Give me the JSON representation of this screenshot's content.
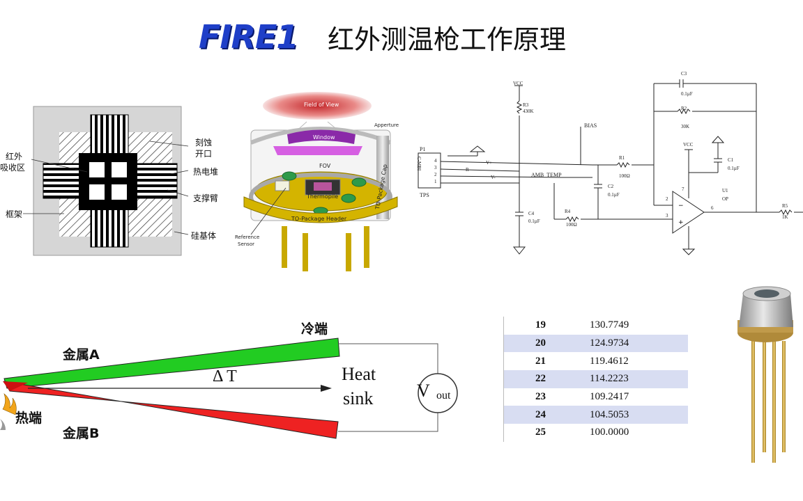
{
  "header": {
    "logo": "FIRE1",
    "title": "红外测温枪工作原理"
  },
  "chip": {
    "labels": {
      "absorb_1": "红外",
      "absorb_2": "吸收区",
      "frame": "框架",
      "etch_1": "刻蚀",
      "etch_2": "开口",
      "thermopile": "热电堆",
      "arm": "支撑臂",
      "substrate": "硅基体"
    }
  },
  "sensor": {
    "fov": "Field of View",
    "aperture": "Apperture",
    "window": "Window",
    "fov_short": "FOV",
    "cap": "TO-Package Cap",
    "thermopile": "Thermopile",
    "header": "TO-Package Header",
    "ref_1": "Reference",
    "ref_2": "Sensor"
  },
  "circuit": {
    "vcc": "VCC",
    "r3": "R3",
    "r3_val": "430K",
    "bias": "BIAS",
    "p1": "P1",
    "conn": "C-MBI",
    "tps": "TPS",
    "pins": [
      "4",
      "3",
      "2",
      "1"
    ],
    "v_plus": "V+",
    "r": "R",
    "v_minus": "V-",
    "amb": "AMB_TEMP",
    "r1": "R1",
    "r1_val": "100Ω",
    "c2": "C2",
    "c2_val": "0.1µF",
    "c4": "C4",
    "c4_val": "0.1µF",
    "r4": "R4",
    "r4_val": "100Ω",
    "c3": "C3",
    "c3_val": "0.1µF",
    "r2": "R2",
    "r2_val": "30K",
    "vcc2": "VCC",
    "c1": "C1",
    "c1_val": "0.1µF",
    "u1": "U1",
    "op": "OP",
    "r5": "R5",
    "r5_val": "1K",
    "pin2": "2",
    "pin3": "3",
    "pin6": "6",
    "pin7": "7"
  },
  "thermocouple": {
    "cold": "冷端",
    "metal_a": "金属A",
    "delta_t": "Δ T",
    "heat": "Heat",
    "sink": "sink",
    "vout_v": "V",
    "vout_sub": "out",
    "hot": "热端",
    "metal_b": "金属B"
  },
  "table": {
    "rows": [
      {
        "temp": "19",
        "value": "130.7749"
      },
      {
        "temp": "20",
        "value": "124.9734"
      },
      {
        "temp": "21",
        "value": "119.4612"
      },
      {
        "temp": "22",
        "value": "114.2223"
      },
      {
        "temp": "23",
        "value": "109.2417"
      },
      {
        "temp": "24",
        "value": "104.5053"
      },
      {
        "temp": "25",
        "value": "100.0000"
      }
    ]
  },
  "colors": {
    "metal_a": "#22cc22",
    "metal_b": "#ee2222",
    "logo": "#1f3fc8",
    "table_stripe": "#d8ddf2"
  }
}
